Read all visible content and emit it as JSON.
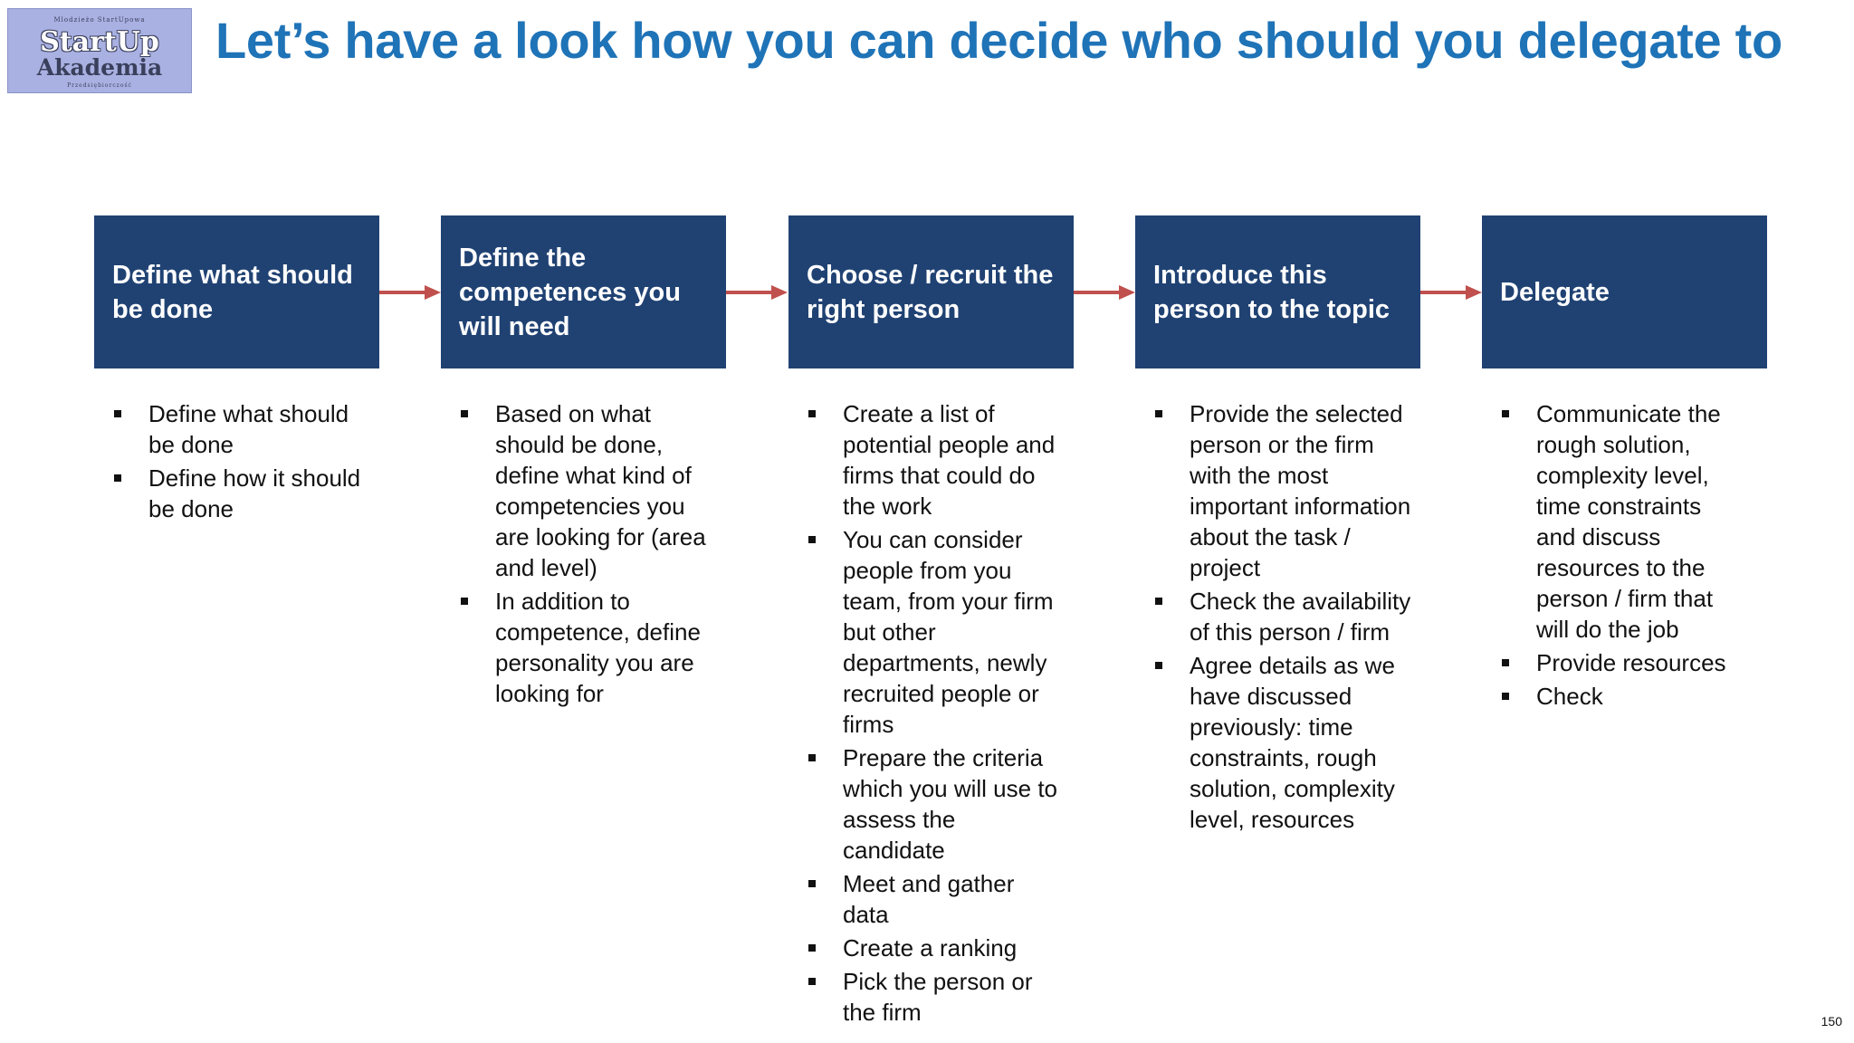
{
  "logo": {
    "top_text": "Mlodzieżo StartUpowa",
    "line1": "StartUp",
    "line2": "Akademia",
    "bottom_text": "Przedsiębiorczość"
  },
  "title": "Let’s have a look how you can decide who should you delegate to",
  "steps": [
    {
      "title": "Define what should be done",
      "bullets": [
        "Define what should be done",
        "Define how it should be done"
      ]
    },
    {
      "title": "Define the competences you will need",
      "bullets": [
        "Based on what should be done, define what kind of competencies you are looking for (area and level)",
        "In addition to competence, define personality you are looking for"
      ]
    },
    {
      "title": "Choose / recruit the right person",
      "bullets": [
        "Create a list of potential people and firms that could do the work",
        "You can consider people from you team, from your firm but other departments, newly recruited people or firms",
        "Prepare the criteria which you will use to assess the candidate",
        "Meet and gather data",
        "Create a ranking",
        "Pick the person or the firm"
      ]
    },
    {
      "title": "Introduce this person to the topic",
      "bullets": [
        "Provide the selected person or the firm with the most important information about the task / project",
        "Check the availability of this person / firm",
        "Agree details as we have discussed previously: time constraints, rough solution, complexity level, resources"
      ]
    },
    {
      "title": "Delegate",
      "bullets": [
        "Communicate the rough solution, complexity level, time constraints and discuss resources to the person / firm that will do the job",
        "Provide resources",
        "Check"
      ]
    }
  ],
  "page_number": "150",
  "colors": {
    "title": "#1f73b7",
    "box": "#204273",
    "arrow": "#c0504d"
  }
}
